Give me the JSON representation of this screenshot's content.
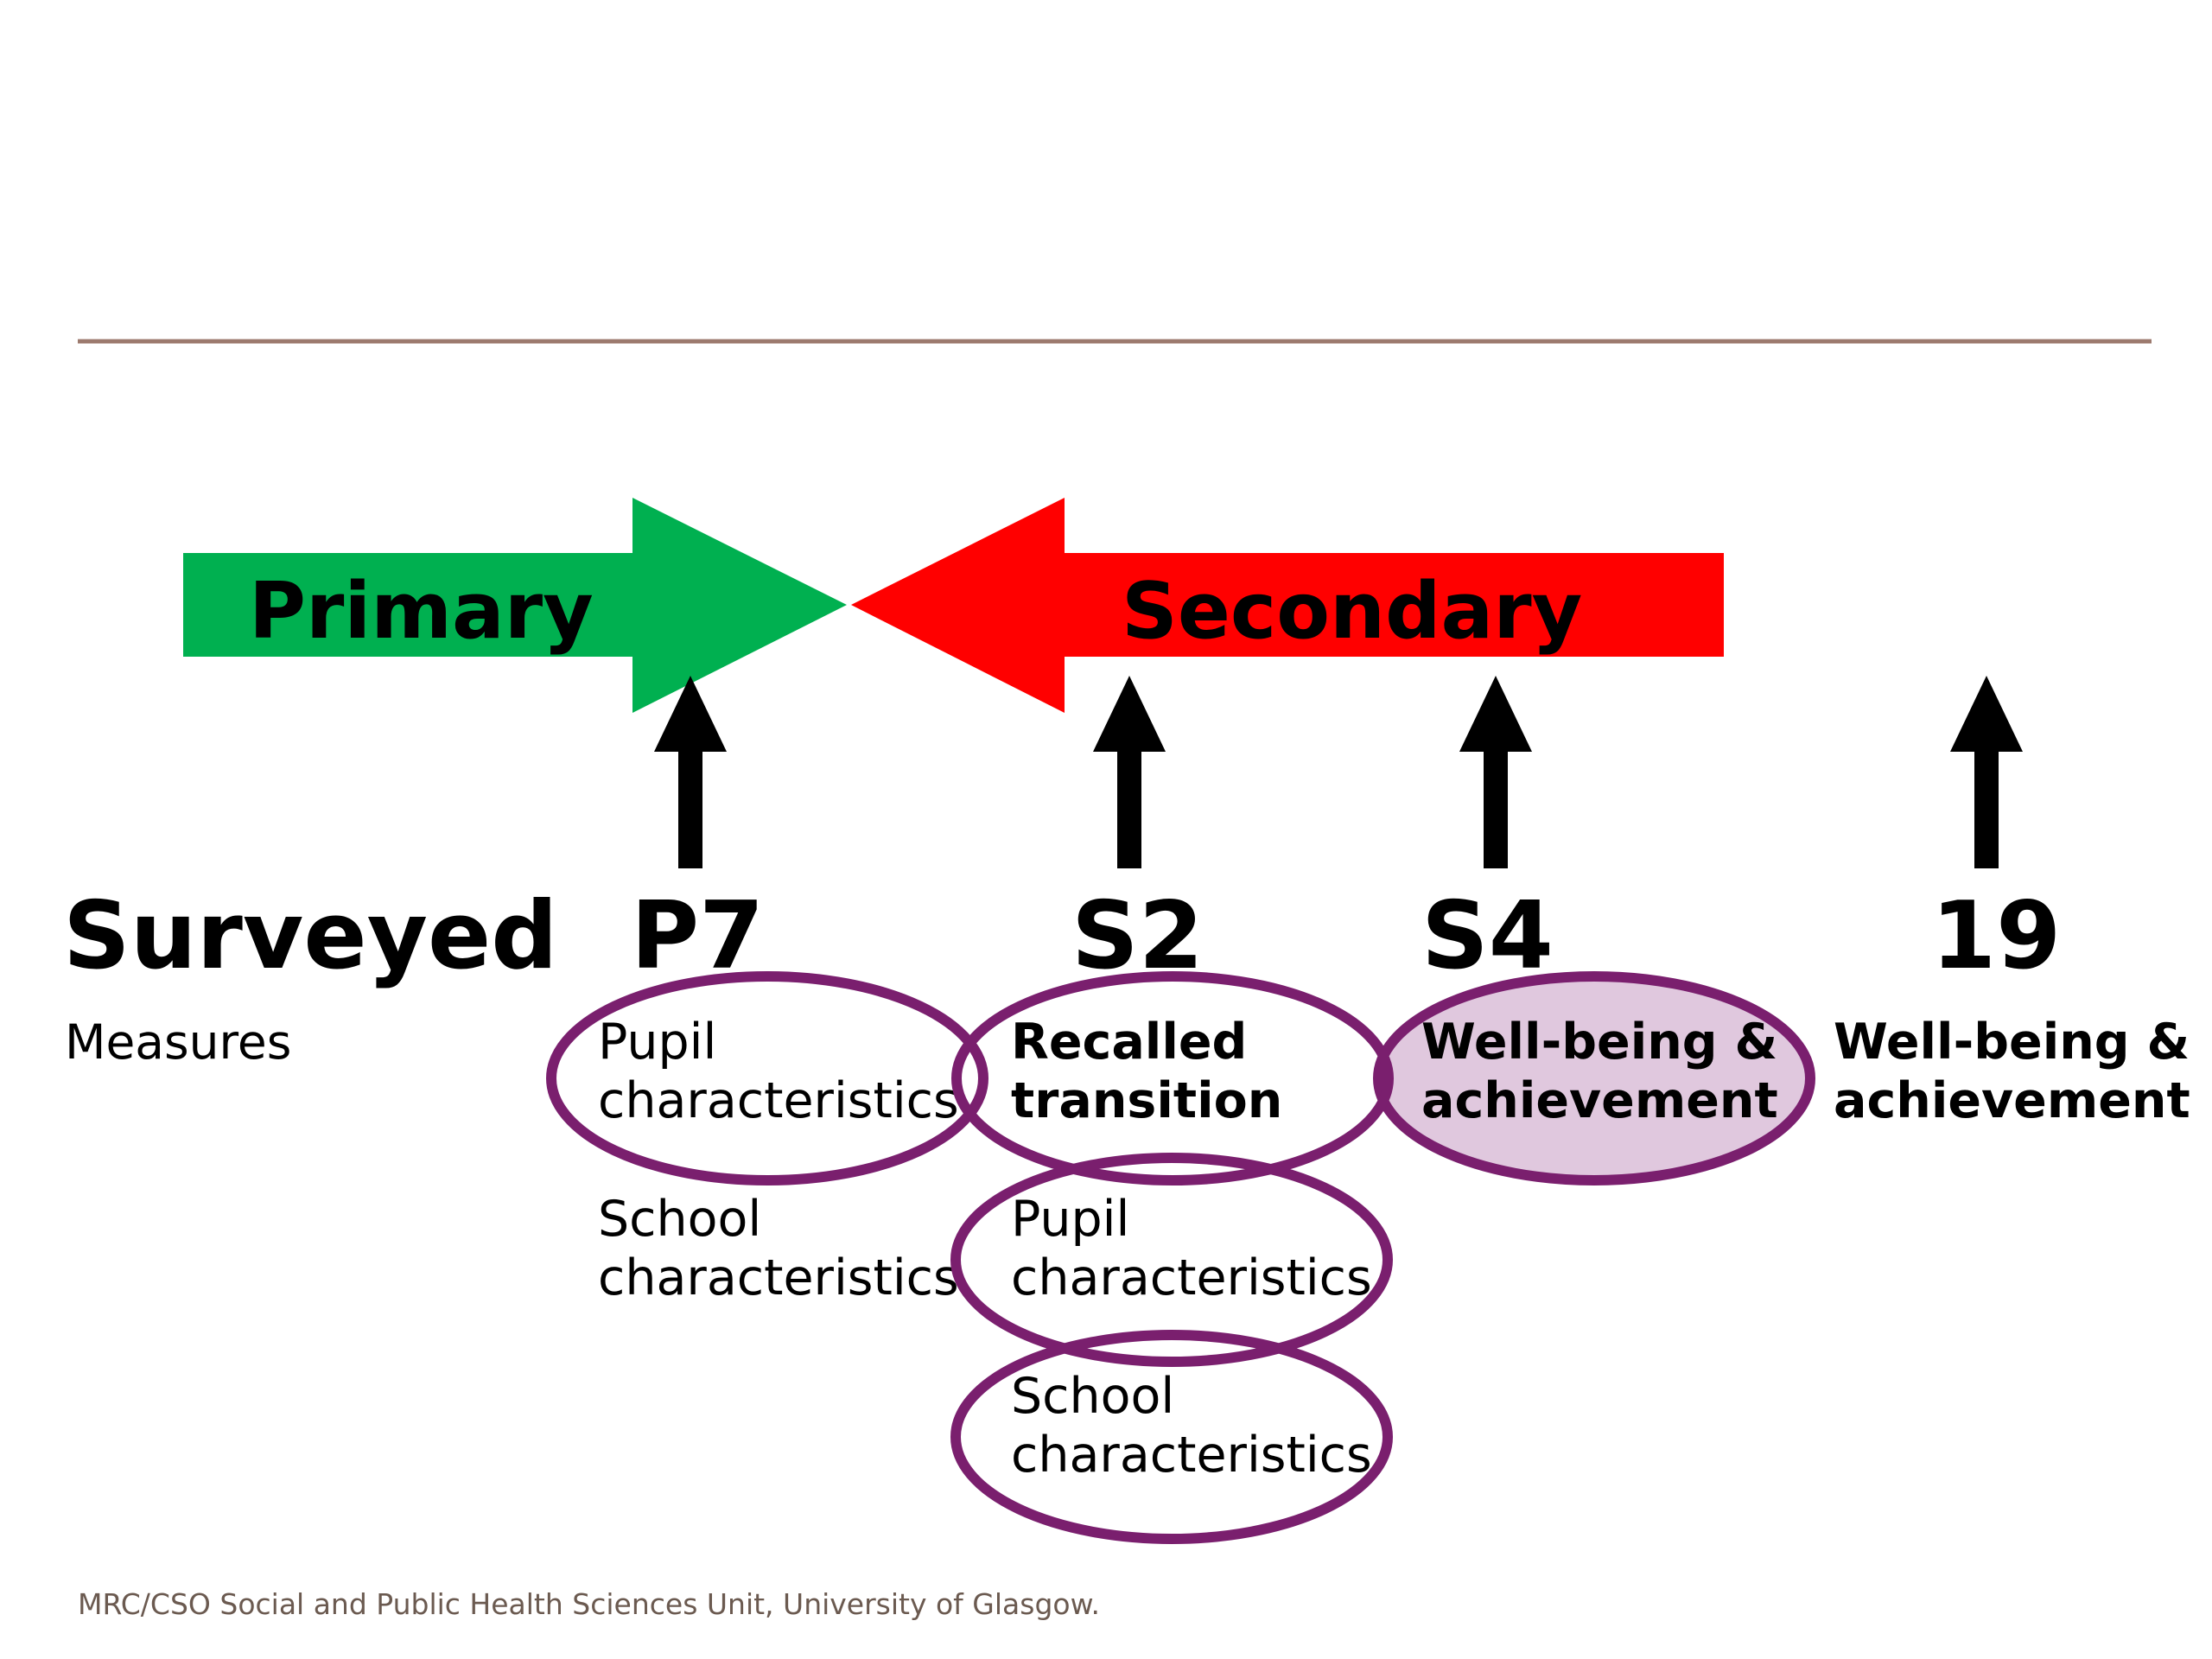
{
  "colors": {
    "primary_arrow": "#00b050",
    "secondary_arrow": "#ff0000",
    "divider": "#9c7a6e",
    "ellipse_stroke": "#7a1f6e",
    "ellipse_fill": "#e0c8de",
    "text": "#000000",
    "footer": "#6b5a50"
  },
  "phases": {
    "primary": "Primary",
    "secondary": "Secondary"
  },
  "row_label": {
    "surveyed": "Surveyed",
    "measures": "Measures"
  },
  "timepoints": [
    {
      "label": "P7"
    },
    {
      "label": "S2"
    },
    {
      "label": "S4"
    },
    {
      "label": "19"
    }
  ],
  "measures": {
    "p7": {
      "pupil": [
        "Pupil",
        "characteristics"
      ],
      "school": [
        "School",
        "characteristics"
      ]
    },
    "s2": {
      "recalled": [
        "Recalled",
        "transition"
      ],
      "pupil": [
        "Pupil",
        "characteristics"
      ],
      "school": [
        "School",
        "characteristics"
      ]
    },
    "s4": {
      "wellbeing": [
        "Well-being &",
        "achievement"
      ]
    },
    "age19": {
      "wellbeing": [
        "Well-being &",
        "achievement"
      ]
    }
  },
  "footer": "MRC/CSO Social and Public Health Sciences Unit, University of Glasgow."
}
